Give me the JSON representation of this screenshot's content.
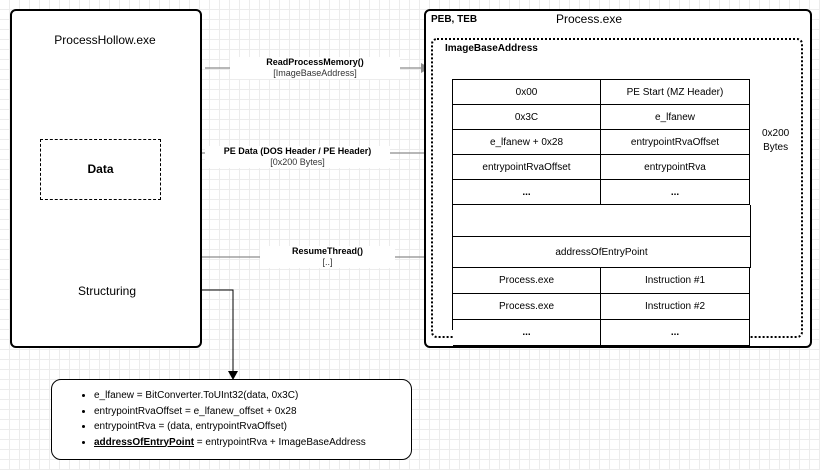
{
  "left_process": {
    "title": "ProcessHollow.exe",
    "data_label": "Data",
    "structuring_label": "Structuring"
  },
  "right_process": {
    "peb_label": "PEB, TEB",
    "title": "Process.exe",
    "image_base_label": "ImageBaseAddress",
    "header_table": [
      [
        "0x00",
        "PE Start (MZ Header)"
      ],
      [
        "0x3C",
        "e_lfanew"
      ],
      [
        "e_lfanew + 0x28",
        "entrypointRvaOffset"
      ],
      [
        "entrypointRvaOffset",
        "entrypointRva"
      ],
      [
        "...",
        "..."
      ]
    ],
    "size_brace_label_1": "0x200",
    "size_brace_label_2": "Bytes",
    "entry_point_label": "addressOfEntryPoint",
    "instruction_table": [
      [
        "Process.exe",
        "Instruction #1"
      ],
      [
        "Process.exe",
        "Instruction #2"
      ],
      [
        "...",
        "..."
      ]
    ]
  },
  "arrows": {
    "read": {
      "title": "ReadProcessMemory()",
      "subtitle": "[ImageBaseAddress]"
    },
    "pe_data": {
      "title": "PE Data (DOS Header / PE Header)",
      "subtitle": "[0x200 Bytes]"
    },
    "resume": {
      "title": "ResumeThread()",
      "subtitle": "[..]"
    }
  },
  "code_notes": {
    "line1": "e_lfanew = BitConverter.ToUInt32(data, 0x3C)",
    "line2": "entrypointRvaOffset = e_lfanew_offset + 0x28",
    "line3": "entrypointRva = (data, entrypointRvaOffset)",
    "line4_bold": "addressOfEntryPoint",
    "line4_rest": " = entrypointRva + ImageBaseAddress"
  },
  "colors": {
    "line": "#000000",
    "arrow": "#8c8c8c",
    "grid": "#ececec"
  }
}
